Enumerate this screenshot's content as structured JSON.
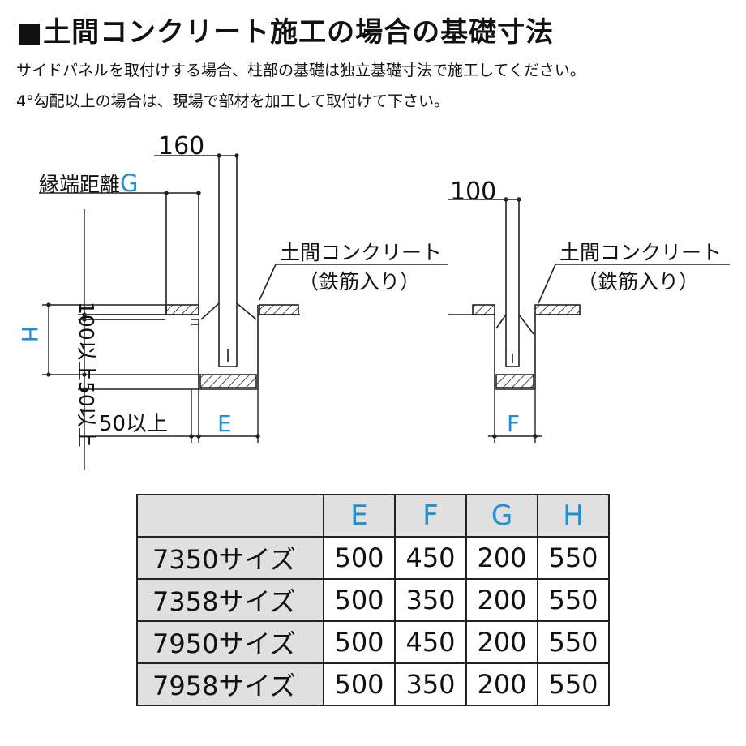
{
  "title": "■土間コンクリート施工の場合の基礎寸法",
  "notes": [
    "サイドパネルを取付けする場合、柱部の基礎は独立基礎寸法で施工してください。",
    "4°勾配以上の場合は、現場で部材を加工して取付けて下さい。"
  ],
  "diagram_left": {
    "dim_post_width": "160",
    "edge_distance": "縁端距離",
    "edge_letter": "G",
    "dim_100_min": "100以上",
    "dim_H": "H",
    "dim_50_min_vertical": "50以上",
    "dim_50_min_horizontal": "50以上",
    "dim_E": "E",
    "concrete_label": "土間コンクリート",
    "rebar_label": "（鉄筋入り）"
  },
  "diagram_right": {
    "dim_post_width": "100",
    "dim_F": "F",
    "concrete_label": "土間コンクリート",
    "rebar_label": "（鉄筋入り）"
  },
  "colors": {
    "accent": "#1e8fd6",
    "header_bg": "#e0e0e0",
    "line": "#222222"
  },
  "table": {
    "columns": [
      "E",
      "F",
      "G",
      "H"
    ],
    "rows": [
      {
        "label": "7350サイズ",
        "values": [
          "500",
          "450",
          "200",
          "550"
        ]
      },
      {
        "label": "7358サイズ",
        "values": [
          "500",
          "350",
          "200",
          "550"
        ]
      },
      {
        "label": "7950サイズ",
        "values": [
          "500",
          "450",
          "200",
          "550"
        ]
      },
      {
        "label": "7958サイズ",
        "values": [
          "500",
          "350",
          "200",
          "550"
        ]
      }
    ]
  }
}
